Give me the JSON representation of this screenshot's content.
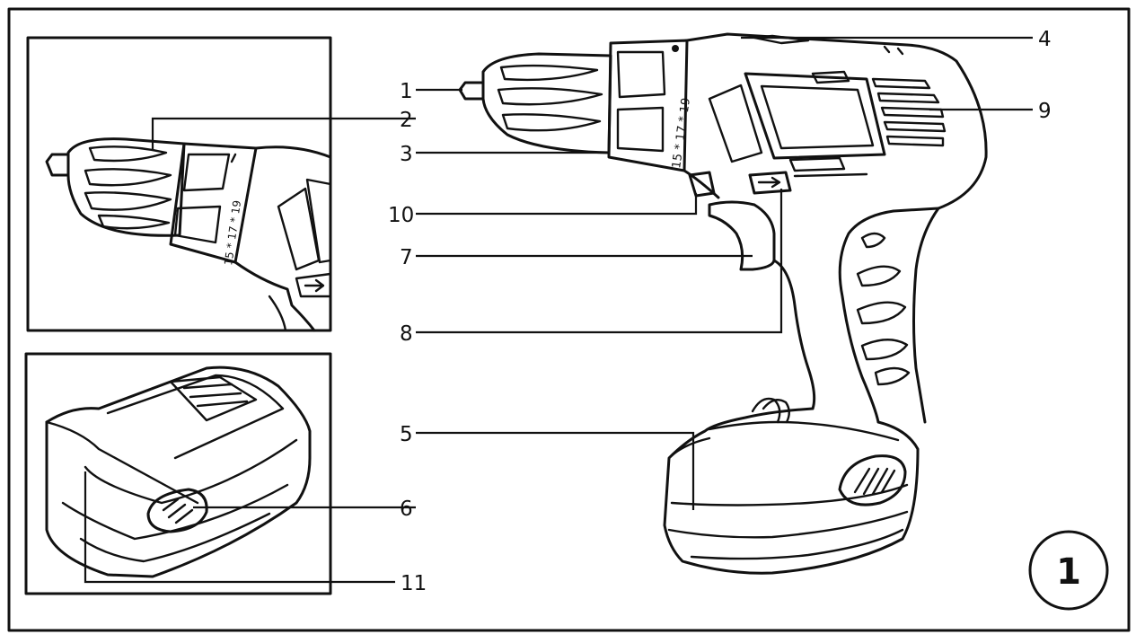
{
  "callouts": [
    "1",
    "2",
    "3",
    "4",
    "5",
    "6",
    "7",
    "8",
    "9",
    "10",
    "11"
  ],
  "speed_marks": {
    "left": "15 * 17 * 19",
    "main": "15 * 17 * 19"
  },
  "figure_number": "1"
}
